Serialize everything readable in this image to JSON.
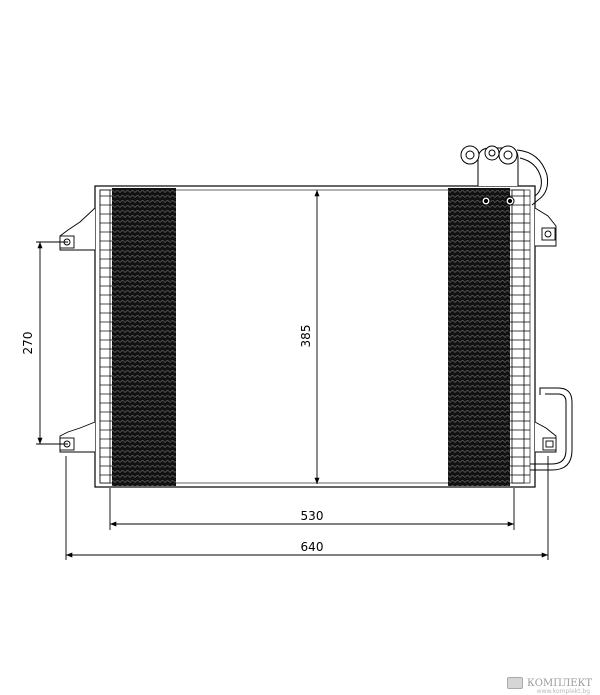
{
  "drawing": {
    "dimensions": {
      "mount_spacing": "270",
      "core_height": "385",
      "core_width": "530",
      "overall_width": "640"
    }
  },
  "watermark": {
    "brand": "КОМПЛЕКТ",
    "tagline": "www.komplekt.bg"
  }
}
